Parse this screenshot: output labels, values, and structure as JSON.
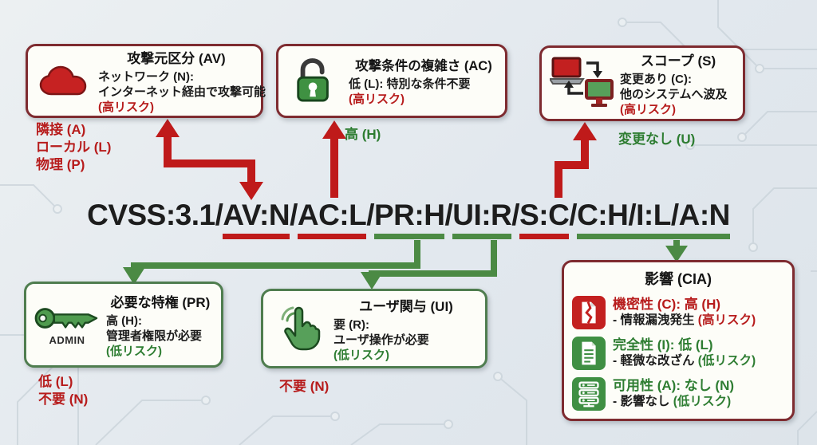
{
  "colors": {
    "red_accent": "#bf1a1a",
    "dark_red_border": "#7e2b30",
    "green_text": "#2e7d32",
    "green_line": "#4b8a44",
    "green_border": "#4f7d4f",
    "background": "#e2e8ee",
    "box_fill": "#fdfdf8"
  },
  "cvss_string": {
    "full": "CVSS:3.1/AV:N/AC:L/PR:H/UI:R/S:C/C:H/I:L/A:N",
    "segments": [
      {
        "text": "CVSS:3.1/",
        "underline": "none"
      },
      {
        "text": "AV:N",
        "underline": "red"
      },
      {
        "text": "/",
        "underline": "none"
      },
      {
        "text": "AC:L",
        "underline": "red"
      },
      {
        "text": "/",
        "underline": "none"
      },
      {
        "text": "PR:H",
        "underline": "green"
      },
      {
        "text": "/",
        "underline": "none"
      },
      {
        "text": "UI:R",
        "underline": "green"
      },
      {
        "text": "/",
        "underline": "none"
      },
      {
        "text": "S:C",
        "underline": "red"
      },
      {
        "text": "/",
        "underline": "none"
      },
      {
        "text": "C:H/I:L/A:N",
        "underline": "green"
      }
    ]
  },
  "boxes": {
    "attack_vector": {
      "icon": "cloud-icon",
      "title": "攻撃元区分 (AV)",
      "line1": "ネットワーク (N):",
      "line2": "インターネット経由で攻撃可能",
      "risk": "(高リスク)",
      "other_values": [
        "隣接 (A)",
        "ローカル (L)",
        "物理 (P)"
      ]
    },
    "attack_complexity": {
      "icon": "open-padlock-icon",
      "title": "攻撃条件の複雑さ (AC)",
      "line1": "低 (L): 特別な条件不要",
      "risk": "(高リスク)",
      "other_values": [
        "高 (H)"
      ]
    },
    "scope": {
      "icon": "system-transfer-icon",
      "title": "スコープ (S)",
      "line1": "変更あり (C):",
      "line2": "他のシステムへ波及",
      "risk": "(高リスク)",
      "other_values": [
        "変更なし (U)"
      ]
    },
    "privileges_required": {
      "icon": "admin-key-icon",
      "icon_label": "ADMIN",
      "title": "必要な特権 (PR)",
      "line1": "高 (H):",
      "line2": "管理者権限が必要",
      "risk": "(低リスク)",
      "other_values": [
        "低 (L)",
        "不要 (N)"
      ]
    },
    "user_interaction": {
      "icon": "touch-icon",
      "title": "ユーザ関与 (UI)",
      "line1": "要 (R):",
      "line2": "ユーザ操作が必要",
      "risk": "(低リスク)",
      "other_values": [
        "不要 (N)"
      ]
    },
    "impact": {
      "title": "影響 (CIA)",
      "rows": [
        {
          "icon": "broken-document-icon",
          "tone": "red",
          "line1": "機密性 (C): 高 (H)",
          "line2_prefix": "- 情報漏洩発生 ",
          "line2_risk": "(高リスク)"
        },
        {
          "icon": "document-icon",
          "tone": "green",
          "line1": "完全性 (I): 低 (L)",
          "line2_prefix": "- 軽微な改ざん ",
          "line2_risk": "(低リスク)"
        },
        {
          "icon": "server-icon",
          "tone": "green",
          "line1": "可用性 (A): なし (N)",
          "line2_prefix": "- 影響なし ",
          "line2_risk": "(低リスク)"
        }
      ]
    }
  }
}
